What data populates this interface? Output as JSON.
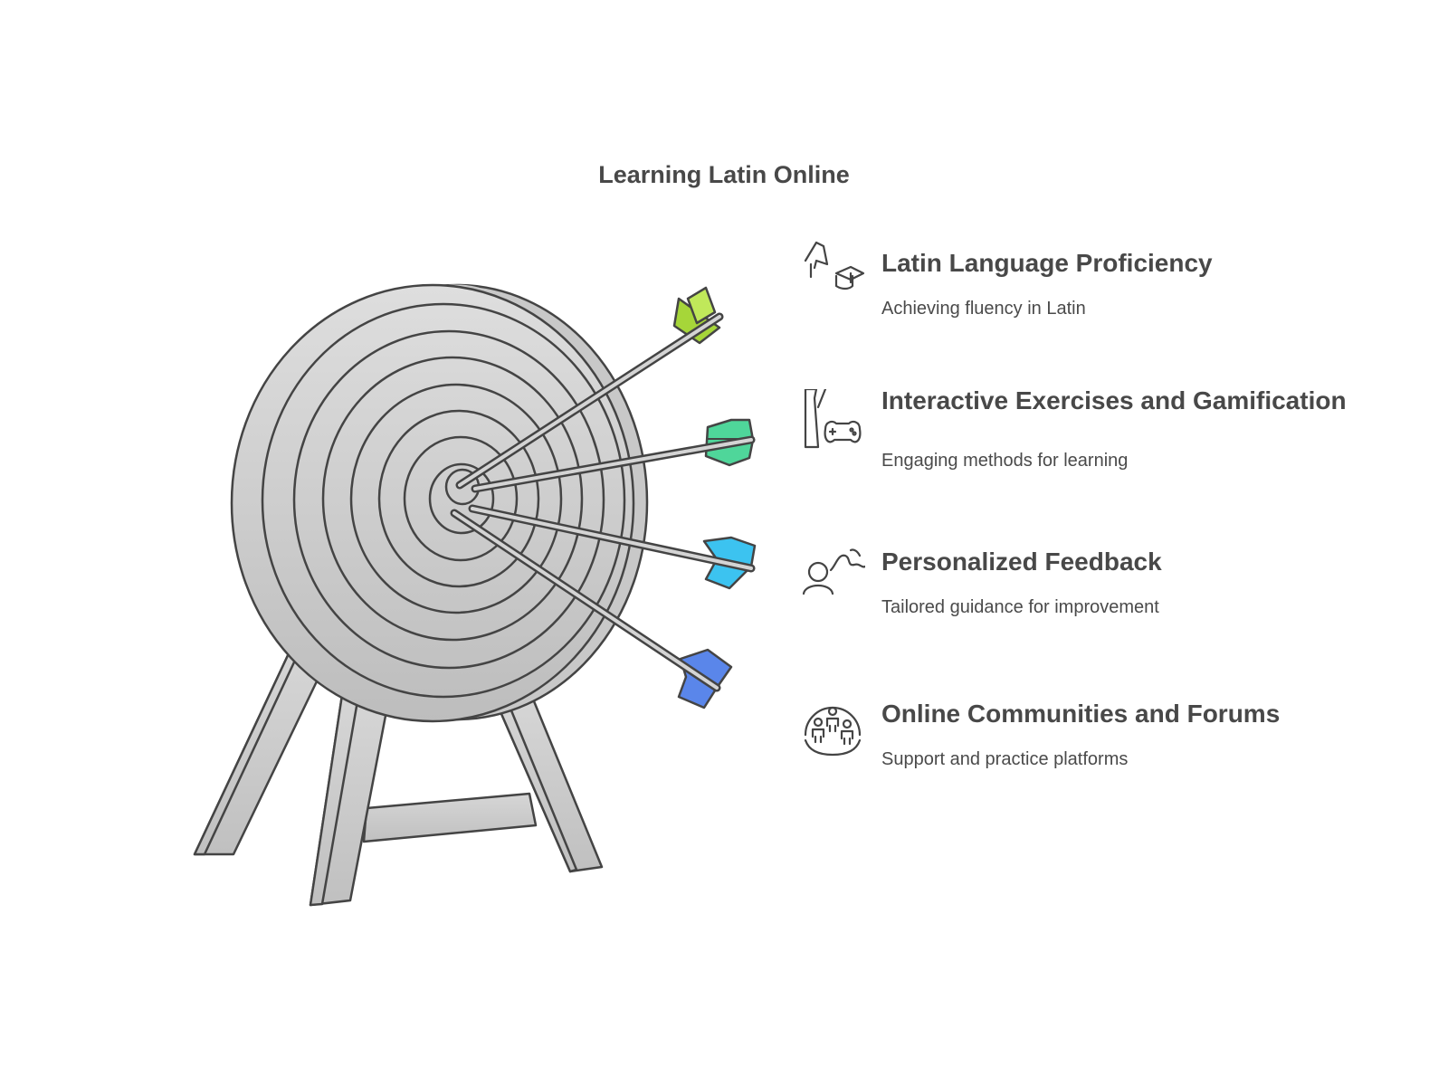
{
  "title": "Learning Latin Online",
  "colors": {
    "outline": "#444444",
    "board": "#cfcfcf",
    "fletching_1": "#a6d639",
    "fletching_2": "#4fd69a",
    "fletching_3": "#3cc3f0",
    "fletching_4": "#5a86ea"
  },
  "items": [
    {
      "icon": "proficiency-icon",
      "title": "Latin Language Proficiency",
      "description": "Achieving fluency in Latin"
    },
    {
      "icon": "game-controller-icon",
      "title": "Interactive Exercises and Gamification",
      "description": "Engaging methods for learning"
    },
    {
      "icon": "feedback-person-icon",
      "title": "Personalized Feedback",
      "description": "Tailored guidance for improvement"
    },
    {
      "icon": "community-icon",
      "title": "Online Communities and Forums",
      "description": "Support and practice platforms"
    }
  ]
}
